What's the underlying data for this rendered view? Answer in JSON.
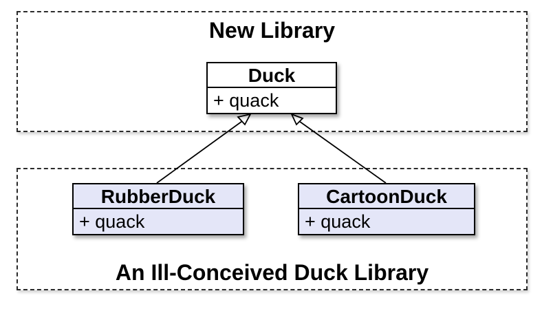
{
  "packages": {
    "new_library": {
      "title": "New Library"
    },
    "ill_conceived": {
      "title": "An Ill-Conceived Duck Library"
    }
  },
  "classes": {
    "duck": {
      "name": "Duck",
      "operation": "+ quack"
    },
    "rubber_duck": {
      "name": "RubberDuck",
      "operation": "+ quack"
    },
    "cartoon_duck": {
      "name": "CartoonDuck",
      "operation": "+ quack"
    }
  },
  "relationships": [
    {
      "from": "RubberDuck",
      "to": "Duck",
      "type": "generalization"
    },
    {
      "from": "CartoonDuck",
      "to": "Duck",
      "type": "generalization"
    }
  ],
  "colors": {
    "subclass_fill": "#e4e6f8",
    "superclass_fill": "#ffffff",
    "line": "#000000"
  }
}
